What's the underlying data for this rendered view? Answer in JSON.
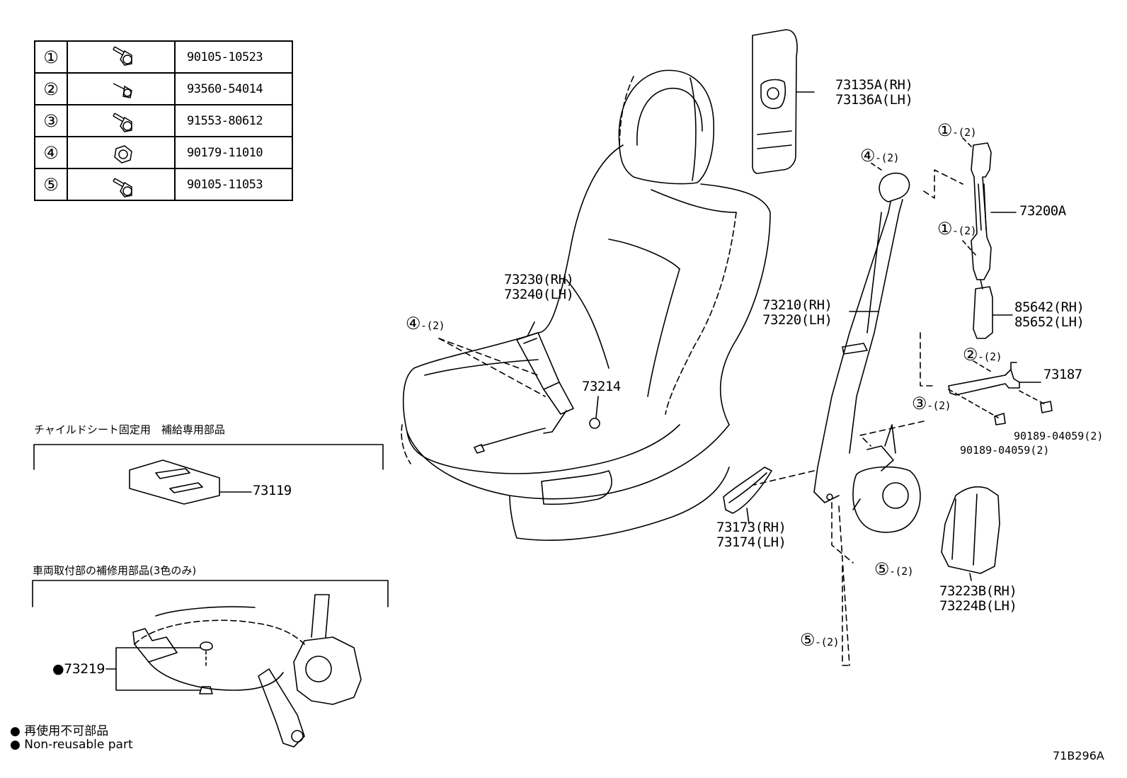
{
  "fastener_table": [
    {
      "symbol": "①",
      "part_no": "90105-10523",
      "icon": "flange-bolt-icon"
    },
    {
      "symbol": "②",
      "part_no": "93560-54014",
      "icon": "screw-icon"
    },
    {
      "symbol": "③",
      "part_no": "91553-80612",
      "icon": "flange-bolt-icon"
    },
    {
      "symbol": "④",
      "part_no": "90179-11010",
      "icon": "flange-nut-icon"
    },
    {
      "symbol": "⑤",
      "part_no": "90105-11053",
      "icon": "flange-bolt-icon"
    }
  ],
  "labels": {
    "pillar_trim": [
      "73135A(RH)",
      "73136A(LH)"
    ],
    "height_adjuster": "73200A",
    "anchor_cover": [
      "85642(RH)",
      "85652(LH)"
    ],
    "retractor_bracket": "73187",
    "clip_a": "90189-04059(2)",
    "clip_b": "90189-04059(2)",
    "belt_assy": [
      "73210(RH)",
      "73220(LH)"
    ],
    "buckle": [
      "73230(RH)",
      "73240(LH)"
    ],
    "washer": "73214",
    "scuff_cover": [
      "73173(RH)",
      "73174(LH)"
    ],
    "retractor_cover": [
      "73223B(RH)",
      "73224B(LH)"
    ],
    "child_seat_part": "73119",
    "repair_part": "●73219",
    "drawing_code": "71B296A"
  },
  "callouts": {
    "c1_top": {
      "symbol": "①",
      "qty": "-(2)"
    },
    "c1_mid": {
      "symbol": "①",
      "qty": "-(2)"
    },
    "c4_anchor": {
      "symbol": "④",
      "qty": "-(2)"
    },
    "c4_buckle": {
      "symbol": "④",
      "qty": "-(2)"
    },
    "c2_bracket": {
      "symbol": "②",
      "qty": "-(2)"
    },
    "c3_bracket": {
      "symbol": "③",
      "qty": "-(2)"
    },
    "c5_retractor": {
      "symbol": "⑤",
      "qty": "-(2)"
    },
    "c5_floor": {
      "symbol": "⑤",
      "qty": "-(2)"
    }
  },
  "sections": {
    "child_seat_title": "チャイルドシート固定用　補給専用部品",
    "repair_title": "車両取付部の補修用部品(3色のみ)"
  },
  "legend": {
    "jp": "● 再使用不可部品",
    "en": "● Non-reusable part"
  }
}
